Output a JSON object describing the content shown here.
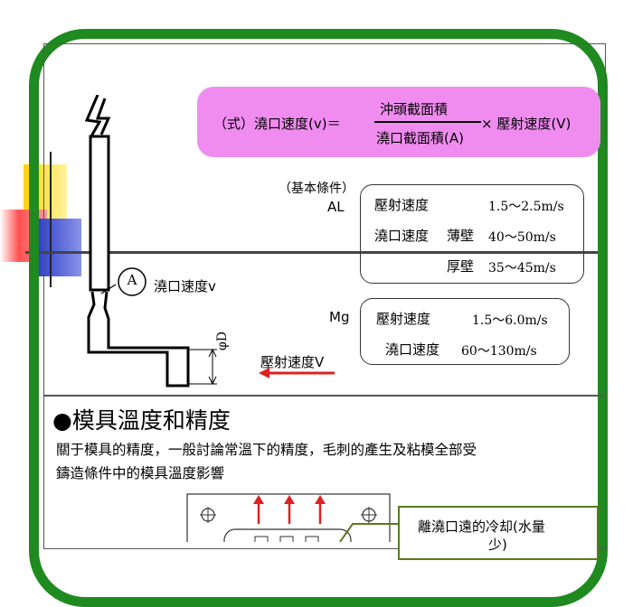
{
  "formula": {
    "lhs": "（式）澆口速度(v)＝",
    "numerator": "沖頭截面積",
    "denominator": "澆口截面積(A)",
    "rhs": "× 壓射速度(V)"
  },
  "conditions": {
    "header": "（基本條件）",
    "al": {
      "label": "AL",
      "rows": [
        {
          "name": "壓射速度",
          "sub": "",
          "value": "1.5〜2.5m/s"
        },
        {
          "name": "澆口速度",
          "sub": "薄壁",
          "value": "40〜50m/s"
        },
        {
          "name": "",
          "sub": "厚壁",
          "value": "35〜45m/s"
        }
      ]
    },
    "mg": {
      "label": "Mg",
      "rows": [
        {
          "name": "壓射速度",
          "value": "1.5〜6.0m/s"
        },
        {
          "name": "澆口速度",
          "value": "60〜130m/s"
        }
      ]
    }
  },
  "diagram": {
    "circle_label": "A",
    "gate_label": "澆口速度v",
    "diameter_label": "φD",
    "shot_label": "壓射速度V"
  },
  "section": {
    "heading": "●模具溫度和精度",
    "para_line1": "關于模具的精度，一般討論常溫下的精度，毛刺的產生及粘模全部受",
    "para_line2": "鑄造條件中的模具溫度影響"
  },
  "callout": {
    "line1": "離澆口遠的冷却(水量",
    "line2": "少)"
  },
  "colors": {
    "frame": "#1f8a1f",
    "formula_bg": "#f08cf0",
    "arrow_red": "#e02020",
    "callout_border": "#5a7a1a"
  }
}
